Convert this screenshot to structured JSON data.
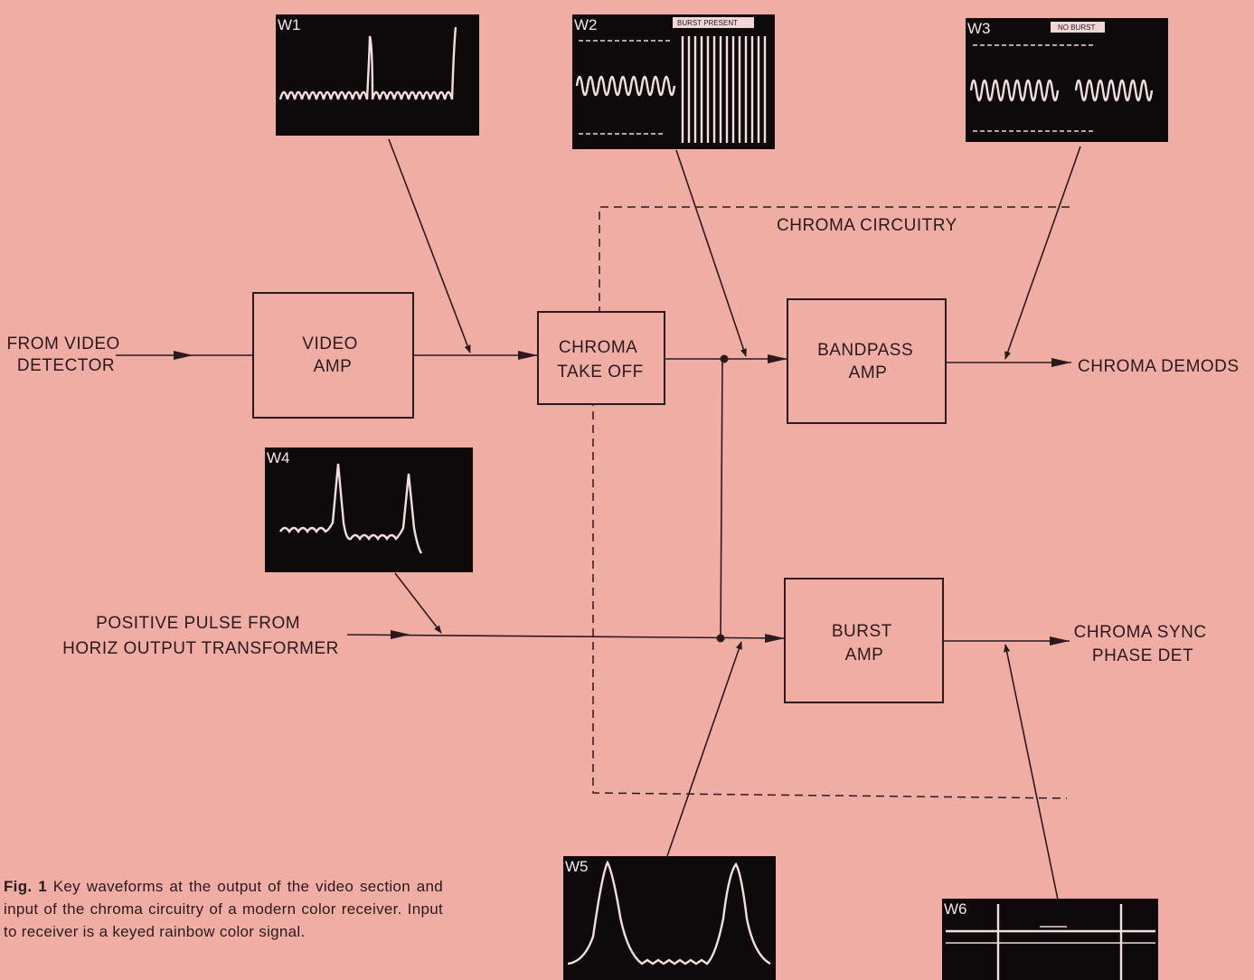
{
  "inputs": {
    "video_detector": [
      "FROM VIDEO",
      "DETECTOR"
    ],
    "pulse": [
      "POSITIVE PULSE FROM",
      "HORIZ OUTPUT TRANSFORMER"
    ]
  },
  "blocks": {
    "video_amp": [
      "VIDEO",
      "AMP"
    ],
    "chroma_takeoff": [
      "CHROMA",
      "TAKE OFF"
    ],
    "bandpass_amp": [
      "BANDPASS",
      "AMP"
    ],
    "burst_amp": [
      "BURST",
      "AMP"
    ]
  },
  "outputs": {
    "chroma_demods": "CHROMA DEMODS",
    "phase_det": [
      "CHROMA SYNC",
      "PHASE DET"
    ]
  },
  "region_label": "CHROMA CIRCUITRY",
  "waveforms": {
    "w1": {
      "label": "W1"
    },
    "w2": {
      "label": "W2",
      "tag": "BURST PRESENT"
    },
    "w3": {
      "label": "W3",
      "tag": "NO BURST"
    },
    "w4": {
      "label": "W4"
    },
    "w5": {
      "label": "W5"
    },
    "w6": {
      "label": "W6"
    }
  },
  "caption": {
    "fig": "Fig. 1",
    "text": "Key waveforms at the output of the video section and input of the chroma circuitry of a modern color receiver. Input to receiver is a keyed rainbow color signal."
  }
}
